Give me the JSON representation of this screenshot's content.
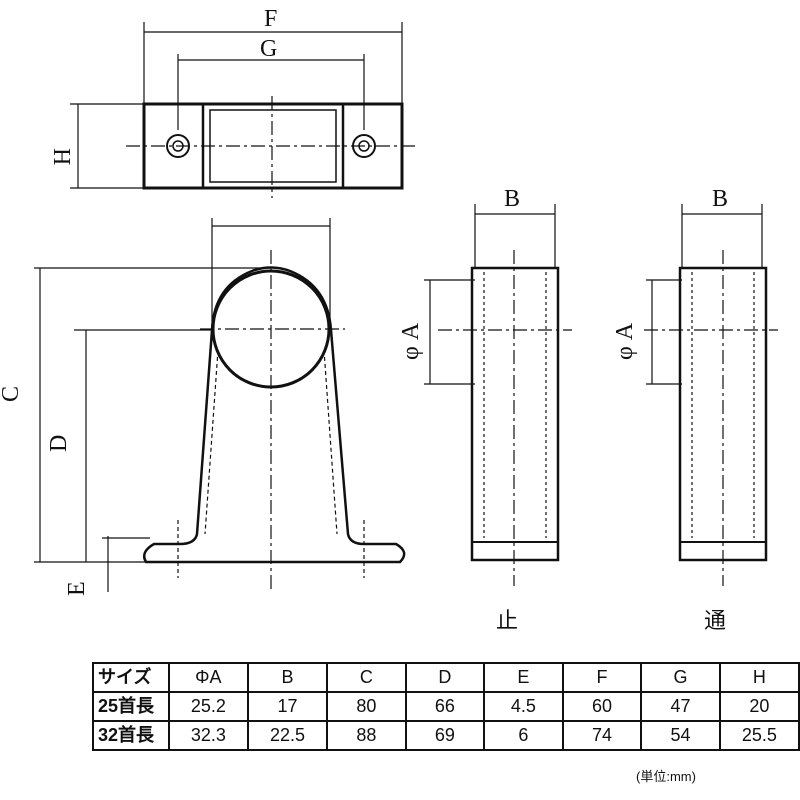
{
  "dimension_labels": {
    "F": "F",
    "G": "G",
    "H": "H",
    "C": "C",
    "D": "D",
    "E": "E",
    "B_stop": "B",
    "B_through": "B",
    "phiA_stop": "φ A",
    "phiA_through": "φ A"
  },
  "view_captions": {
    "stop": "止",
    "through": "通"
  },
  "table": {
    "headers": [
      "サイズ",
      "ΦA",
      "B",
      "C",
      "D",
      "E",
      "F",
      "G",
      "H"
    ],
    "rows": [
      [
        "25首長",
        "25.2",
        "17",
        "80",
        "66",
        "4.5",
        "60",
        "47",
        "20"
      ],
      [
        "32首長",
        "32.3",
        "22.5",
        "88",
        "69",
        "6",
        "74",
        "54",
        "25.5"
      ]
    ]
  },
  "unit_note": "(単位:mm)"
}
